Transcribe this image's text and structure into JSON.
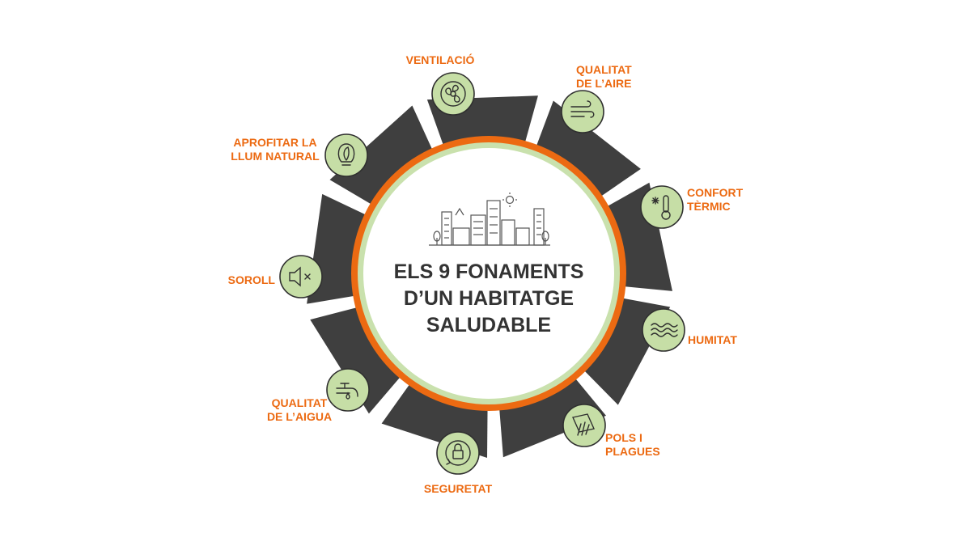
{
  "title": {
    "line1": "ELS 9 FONAMENTS",
    "line2": "D’UN HABITATGE",
    "line3": "SALUDABLE"
  },
  "colors": {
    "orange": "#ec6a12",
    "dark": "#3f3f3f",
    "green_light": "#c6dea6",
    "green_ring": "#c9e1ad",
    "text_dark": "#333333"
  },
  "fundamentals": [
    {
      "id": "ventilacio",
      "label": "VENTILACIÓ",
      "icon": "fan-icon"
    },
    {
      "id": "qualitat-aire",
      "label": "QUALITAT\nDE L’AIRE",
      "icon": "wind-icon"
    },
    {
      "id": "confort-termic",
      "label": "CONFORT\nTÈRMIC",
      "icon": "thermometer-snowflake-icon"
    },
    {
      "id": "humitat",
      "label": "HUMITAT",
      "icon": "humidity-waves-icon"
    },
    {
      "id": "pols-plagues",
      "label": "POLS I\nPLAGUES",
      "icon": "cleaning-hand-icon"
    },
    {
      "id": "seguretat",
      "label": "SEGURETAT",
      "icon": "lock-icon"
    },
    {
      "id": "qualitat-aigua",
      "label": "QUALITAT\nDE L’AIGUA",
      "icon": "water-tap-icon"
    },
    {
      "id": "soroll",
      "label": "SOROLL",
      "icon": "speaker-mute-icon"
    },
    {
      "id": "llum-natural",
      "label": "APROFITAR LA\nLLUM NATURAL",
      "icon": "lightbulb-leaf-icon"
    }
  ]
}
